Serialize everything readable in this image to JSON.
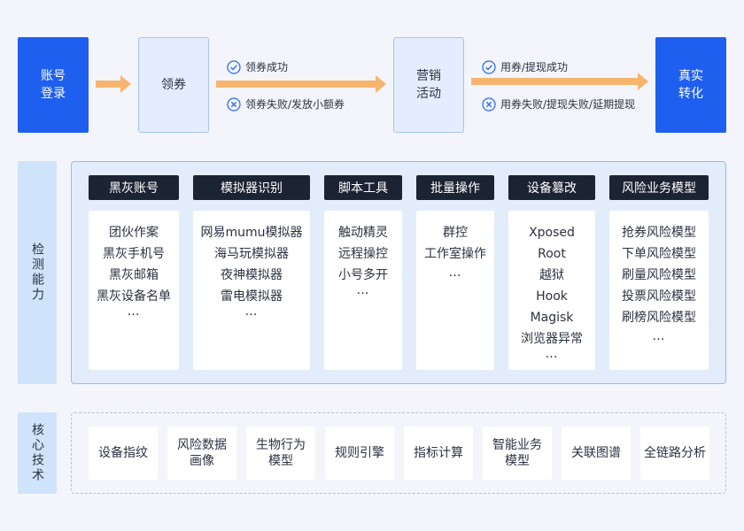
{
  "flow": {
    "login": "账号\n登录",
    "claim": "领券",
    "marketing": "营销\n活动",
    "conversion": "真实\n转化",
    "success_1": "领券成功",
    "fail_1": "领券失败/发放小额券",
    "success_2": "用券/提现成功",
    "fail_2": "用券失败/提现失败/延期提现",
    "colors": {
      "primary": "#1f5ff0",
      "arrow": "#f6b56e",
      "check": "#2f6bf5"
    }
  },
  "detection": {
    "label": "检测能力",
    "categories": [
      {
        "title": "黑灰账号",
        "items": [
          "团伙作案",
          "黑灰手机号",
          "黑灰邮箱",
          "黑灰设备名单"
        ],
        "more": "…"
      },
      {
        "title": "模拟器识别",
        "items": [
          "网易mumu模拟器",
          "海马玩模拟器",
          "夜神模拟器",
          "雷电模拟器"
        ],
        "more": "…"
      },
      {
        "title": "脚本工具",
        "items": [
          "触动精灵",
          "远程操控",
          "小号多开"
        ],
        "more": "…"
      },
      {
        "title": "批量操作",
        "items": [
          "群控",
          "工作室操作"
        ],
        "more": "…"
      },
      {
        "title": "设备篡改",
        "items": [
          "Xposed",
          "Root",
          "越狱",
          "Hook",
          "Magisk",
          "浏览器异常"
        ],
        "more": "…"
      },
      {
        "title": "风险业务模型",
        "items": [
          "抢券风险模型",
          "下单风险模型",
          "刷量风险模型",
          "投票风险模型",
          "刷榜风险模型"
        ],
        "more": "…"
      }
    ]
  },
  "core": {
    "label": "核心技术",
    "items": [
      "设备指纹",
      "风险数据\n画像",
      "生物行为\n模型",
      "规则引擎",
      "指标计算",
      "智能业务\n模型",
      "关联图谱",
      "全链路分析"
    ]
  }
}
